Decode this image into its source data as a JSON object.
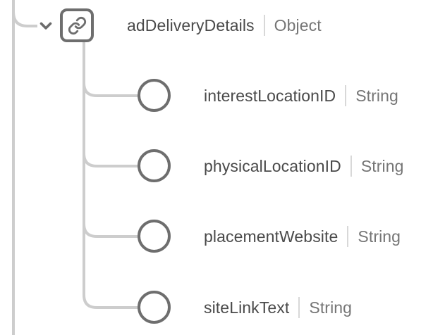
{
  "tree": {
    "root": {
      "name": "adDeliveryDetails",
      "type": "Object",
      "expanded": true,
      "icon": "link-icon",
      "toggle_icon": "chevron-down-icon"
    },
    "children": [
      {
        "name": "interestLocationID",
        "type": "String",
        "icon": "circle-field-icon"
      },
      {
        "name": "physicalLocationID",
        "type": "String",
        "icon": "circle-field-icon"
      },
      {
        "name": "placementWebsite",
        "type": "String",
        "icon": "circle-field-icon"
      },
      {
        "name": "siteLinkText",
        "type": "String",
        "icon": "circle-field-icon"
      }
    ]
  },
  "colors": {
    "background": "#ffffff",
    "connector_line": "#cdcdcd",
    "node_border": "#6e6e6e",
    "field_name_text": "#4a4a4a",
    "field_type_text": "#757575",
    "type_divider": "#d8d8d8"
  }
}
